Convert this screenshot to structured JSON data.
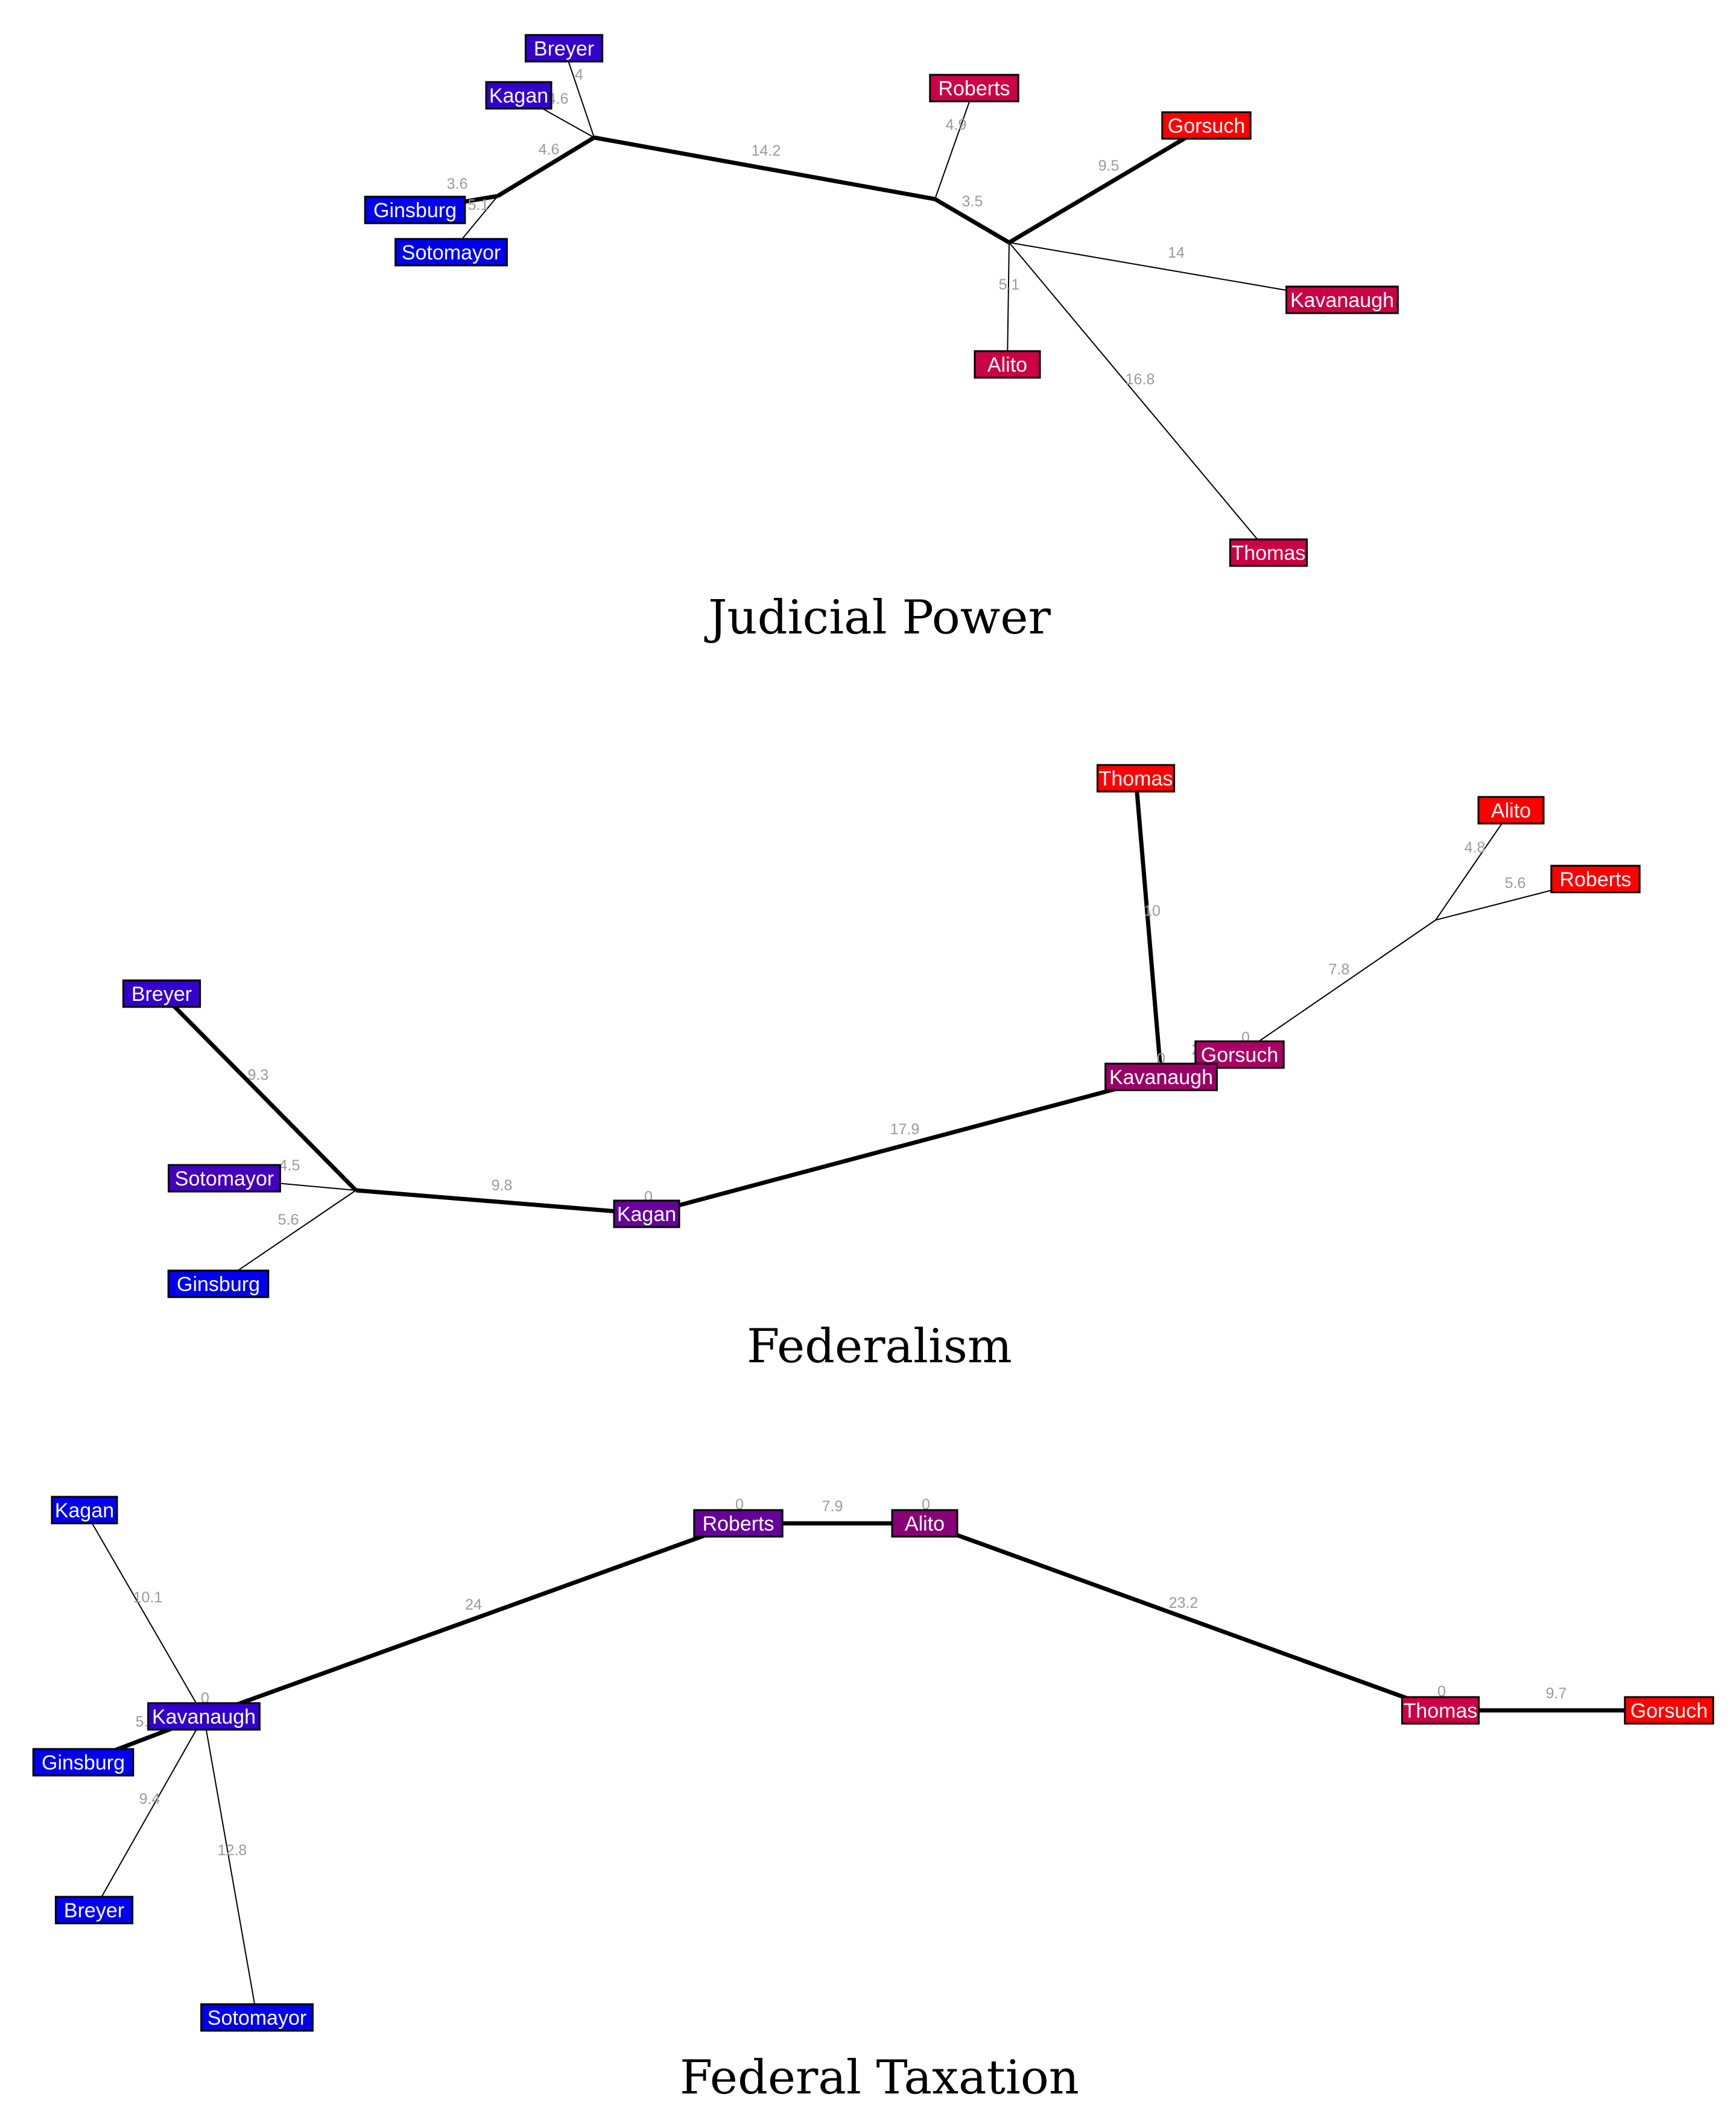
{
  "panels": [
    {
      "title": "Judicial Power",
      "nodes": [
        {
          "id": "breyer",
          "label": "Breyer",
          "color": "#3300cc"
        },
        {
          "id": "kagan",
          "label": "Kagan",
          "color": "#3300cc"
        },
        {
          "id": "ginsburg",
          "label": "Ginsburg",
          "color": "#0000ee"
        },
        {
          "id": "sotomayor",
          "label": "Sotomayor",
          "color": "#0000ee"
        },
        {
          "id": "roberts",
          "label": "Roberts",
          "color": "#cc0044"
        },
        {
          "id": "gorsuch",
          "label": "Gorsuch",
          "color": "#ff0000"
        },
        {
          "id": "kavanaugh",
          "label": "Kavanaugh",
          "color": "#cc0044"
        },
        {
          "id": "alito",
          "label": "Alito",
          "color": "#cc0044"
        },
        {
          "id": "thomas",
          "label": "Thomas",
          "color": "#cc0044"
        }
      ],
      "edges": [
        {
          "label": "4"
        },
        {
          "label": "4.6"
        },
        {
          "label": "4.6"
        },
        {
          "label": "3.6"
        },
        {
          "label": "5.1"
        },
        {
          "label": "14.2"
        },
        {
          "label": "4.9"
        },
        {
          "label": "3.5"
        },
        {
          "label": "9.5"
        },
        {
          "label": "14"
        },
        {
          "label": "5.1"
        },
        {
          "label": "16.8"
        }
      ]
    },
    {
      "title": "Federalism",
      "nodes": [
        {
          "id": "thomas",
          "label": "Thomas",
          "color": "#ff0000"
        },
        {
          "id": "alito",
          "label": "Alito",
          "color": "#ff0000"
        },
        {
          "id": "roberts",
          "label": "Roberts",
          "color": "#ff0000"
        },
        {
          "id": "breyer",
          "label": "Breyer",
          "color": "#3300cc"
        },
        {
          "id": "gorsuch",
          "label": "Gorsuch",
          "color": "#aa0066"
        },
        {
          "id": "kavanaugh",
          "label": "Kavanaugh",
          "color": "#990066"
        },
        {
          "id": "sotomayor",
          "label": "Sotomayor",
          "color": "#4400bb"
        },
        {
          "id": "kagan",
          "label": "Kagan",
          "color": "#660099"
        },
        {
          "id": "ginsburg",
          "label": "Ginsburg",
          "color": "#0000ee"
        }
      ],
      "edges": [
        {
          "label": "10"
        },
        {
          "label": "4.8"
        },
        {
          "label": "5.6"
        },
        {
          "label": "7.8"
        },
        {
          "label": "0"
        },
        {
          "label": "2.4"
        },
        {
          "label": "0"
        },
        {
          "label": "17.9"
        },
        {
          "label": "0"
        },
        {
          "label": "9.8"
        },
        {
          "label": "9.3"
        },
        {
          "label": "4.5"
        },
        {
          "label": "5.6"
        }
      ]
    },
    {
      "title": "Federal Taxation",
      "nodes": [
        {
          "id": "kagan",
          "label": "Kagan",
          "color": "#0000ee"
        },
        {
          "id": "roberts",
          "label": "Roberts",
          "color": "#660099"
        },
        {
          "id": "alito",
          "label": "Alito",
          "color": "#880077"
        },
        {
          "id": "kavanaugh",
          "label": "Kavanaugh",
          "color": "#3300cc"
        },
        {
          "id": "thomas",
          "label": "Thomas",
          "color": "#cc0044"
        },
        {
          "id": "gorsuch",
          "label": "Gorsuch",
          "color": "#ff0000"
        },
        {
          "id": "ginsburg",
          "label": "Ginsburg",
          "color": "#0000ee"
        },
        {
          "id": "breyer",
          "label": "Breyer",
          "color": "#0000ee"
        },
        {
          "id": "sotomayor",
          "label": "Sotomayor",
          "color": "#0000ee"
        }
      ],
      "edges": [
        {
          "label": "10.1"
        },
        {
          "label": "0"
        },
        {
          "label": "24"
        },
        {
          "label": "0"
        },
        {
          "label": "7.9"
        },
        {
          "label": "0"
        },
        {
          "label": "23.2"
        },
        {
          "label": "0"
        },
        {
          "label": "9.7"
        },
        {
          "label": "5.1"
        },
        {
          "label": "9.4"
        },
        {
          "label": "12.8"
        }
      ]
    }
  ]
}
